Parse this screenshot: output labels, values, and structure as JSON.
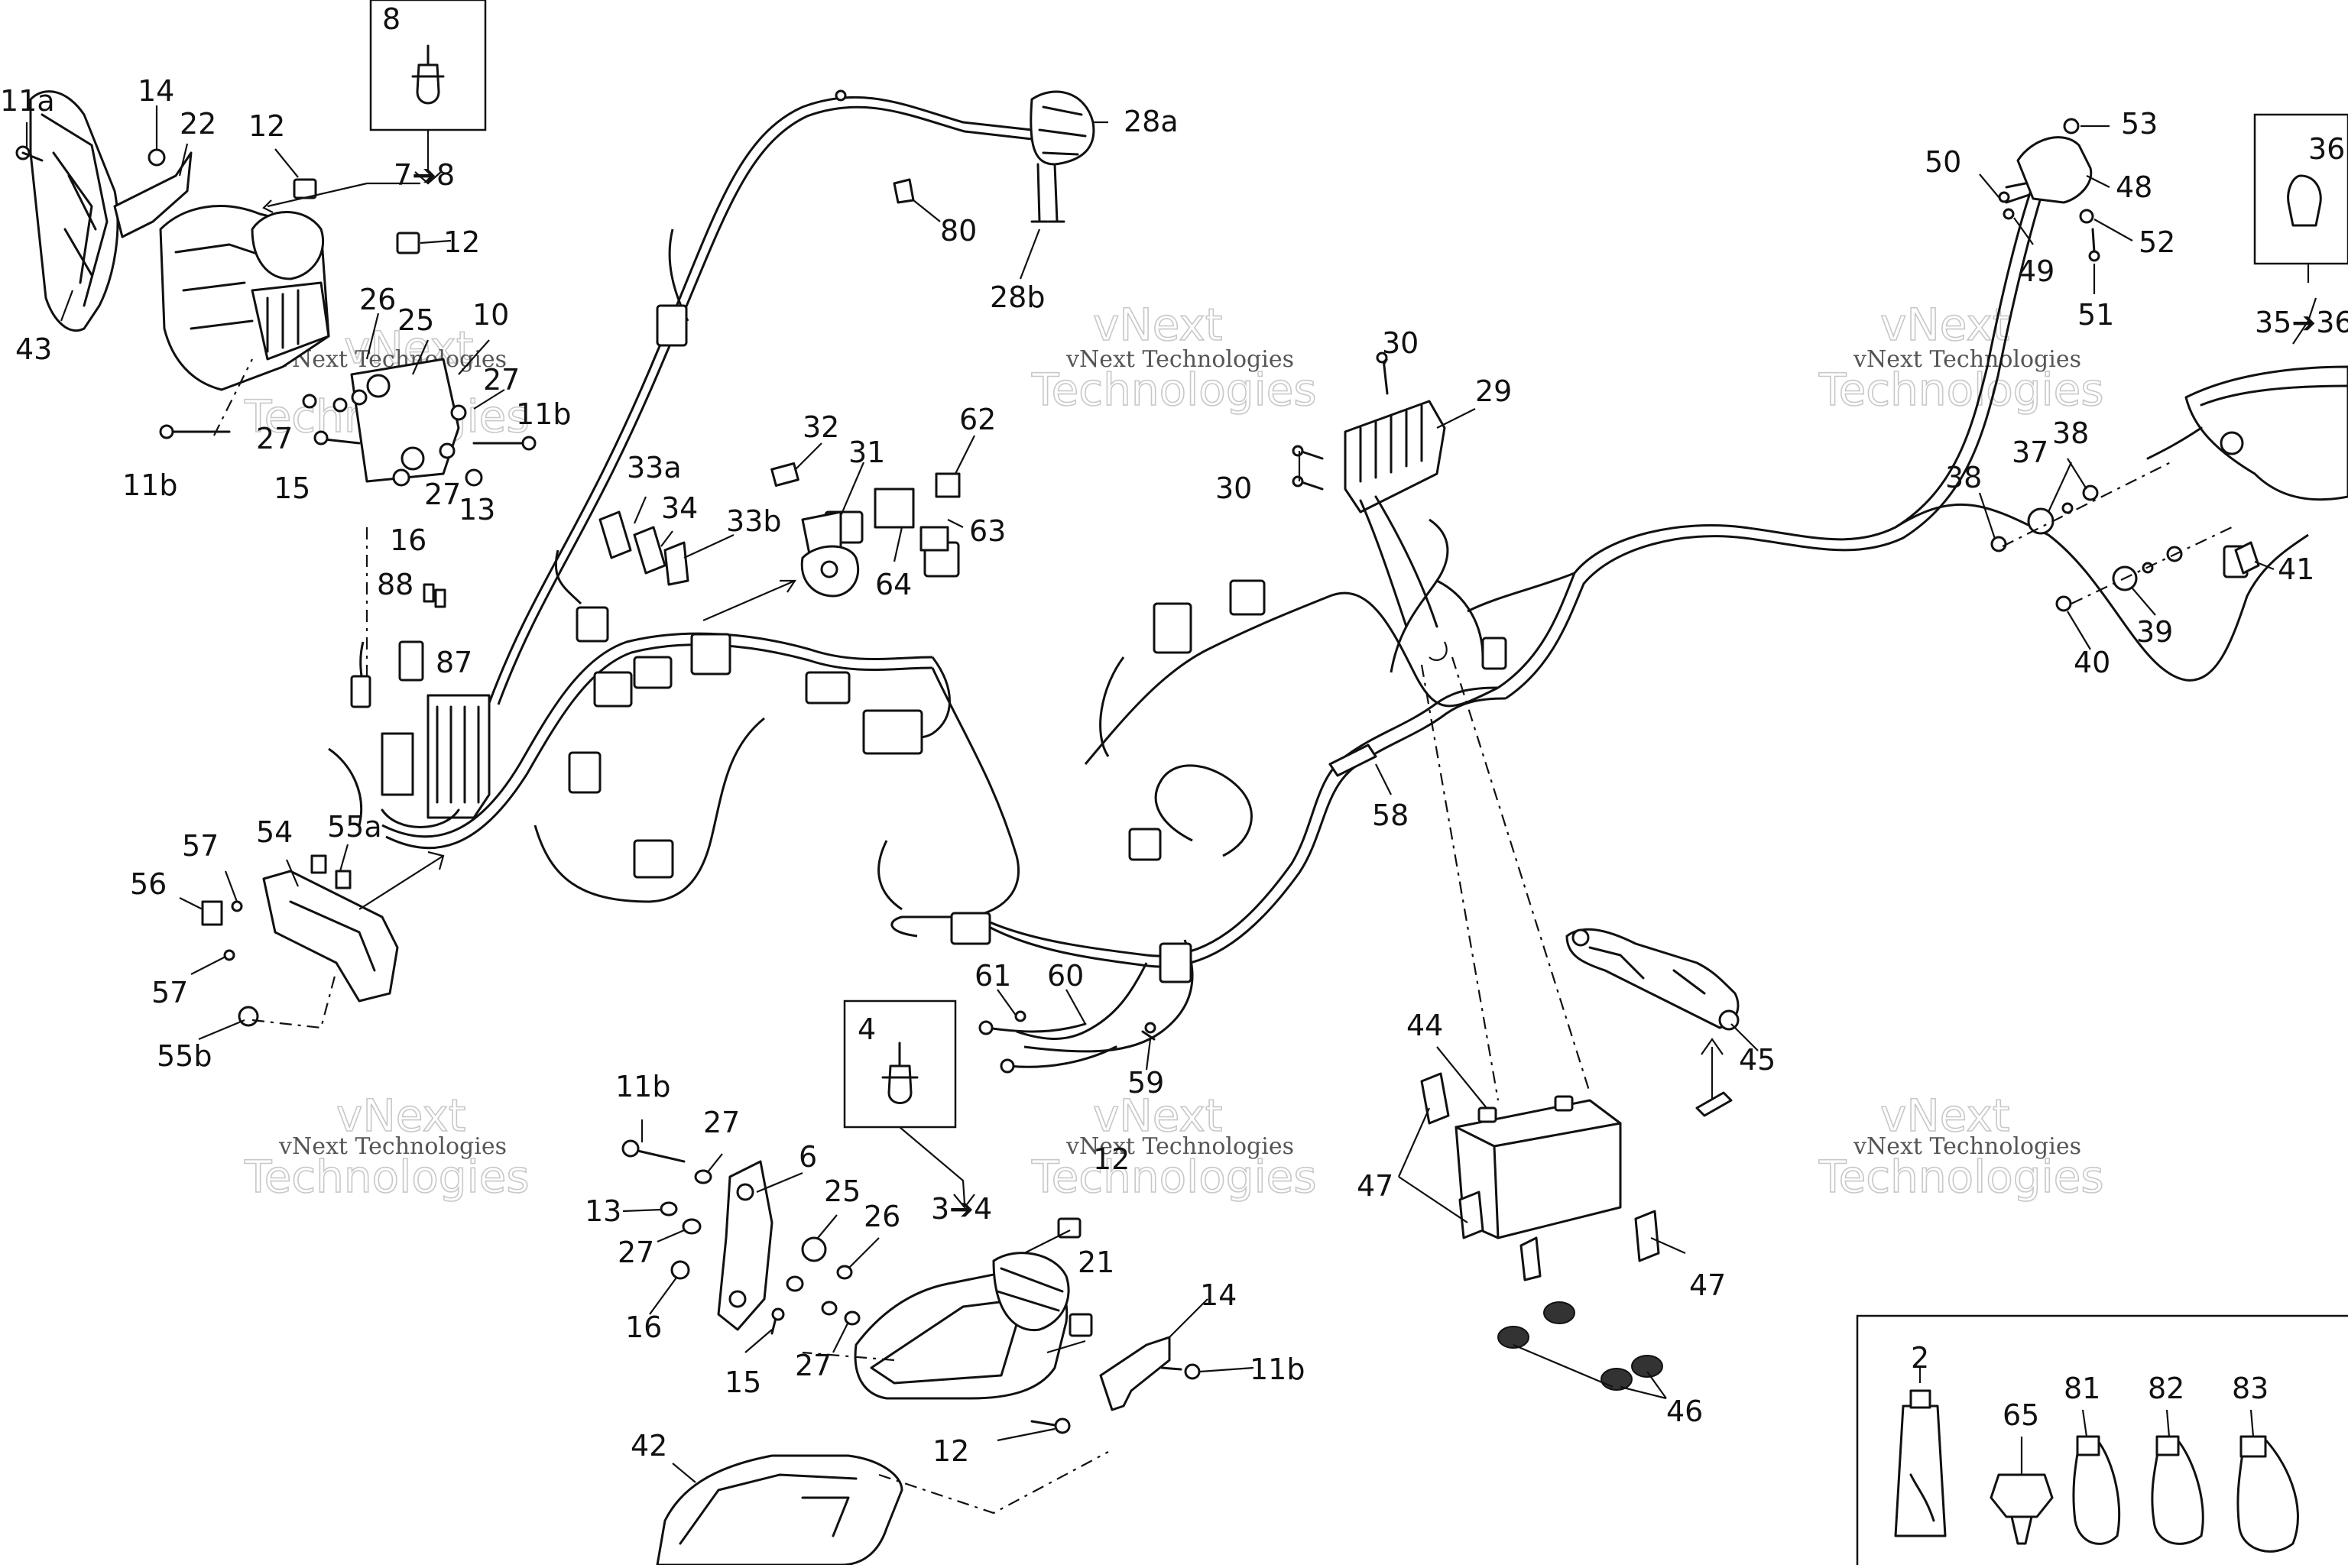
{
  "watermarks": [
    {
      "line1": "vNext",
      "line2": "vNext Technologies",
      "line3": "Technologies"
    },
    {
      "line1": "vNext",
      "line2": "vNext Technologies",
      "line3": "Technologies"
    },
    {
      "line1": "vNext",
      "line2": "vNext Technologies",
      "line3": "Technologies"
    },
    {
      "line1": "vNext",
      "line2": "vNext Technologies",
      "line3": "Technologies"
    },
    {
      "line1": "vNext",
      "line2": "vNext Technologies",
      "line3": "Technologies"
    },
    {
      "line1": "vNext",
      "line2": "vNext Technologies",
      "line3": "Technologies"
    }
  ],
  "callouts": [
    "11a",
    "14",
    "22",
    "12",
    "8",
    "7➔8",
    "12",
    "43",
    "26",
    "25",
    "10",
    "27",
    "11b",
    "27",
    "11b",
    "15",
    "27",
    "13",
    "16",
    "28a",
    "80",
    "28b",
    "32",
    "31",
    "33a",
    "34",
    "33b",
    "62",
    "63",
    "64",
    "88",
    "87",
    "54",
    "57",
    "55a",
    "56",
    "57",
    "55b",
    "30",
    "29",
    "30",
    "58",
    "53",
    "50",
    "48",
    "52",
    "49",
    "51",
    "36",
    "35➔36",
    "37",
    "38",
    "38",
    "41",
    "39",
    "40",
    "61",
    "60",
    "59",
    "44",
    "45",
    "47",
    "47",
    "46",
    "4",
    "3➔4",
    "11b",
    "27",
    "6",
    "13",
    "25",
    "27",
    "26",
    "16",
    "12",
    "15",
    "27",
    "21",
    "14",
    "11b",
    "12",
    "42",
    "2",
    "65",
    "81",
    "82",
    "83"
  ]
}
